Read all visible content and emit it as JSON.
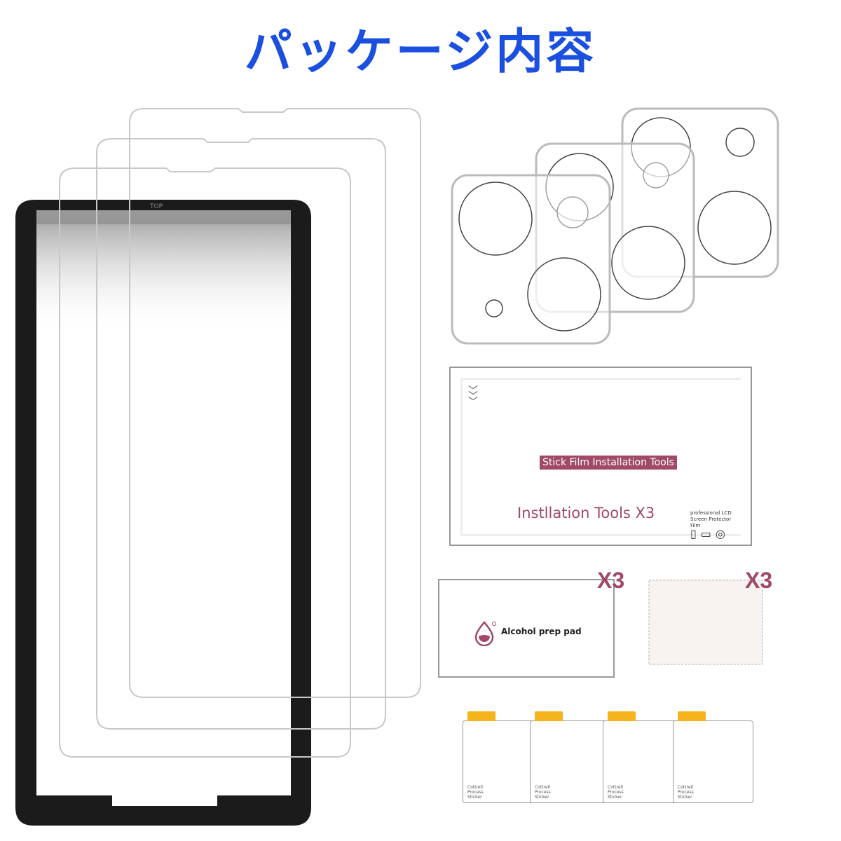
{
  "title": "パッケージ内容",
  "frame": {
    "label": "TOP"
  },
  "tools_card": {
    "banner": "Stick Film Installation Tools",
    "title": "Instllation Tools X3",
    "note_line1": "professional LCD",
    "note_line2": "Screen Protector Film"
  },
  "alcohol_pad": {
    "label": "Alcohol prep pad",
    "count": "X3"
  },
  "cloth": {
    "count": "X3"
  },
  "stickers": [
    {
      "text": [
        "Cottrell",
        "Process",
        "Sticker"
      ]
    },
    {
      "text": [
        "Cottrell",
        "Process",
        "Sticker"
      ]
    },
    {
      "text": [
        "Cottrell",
        "Process",
        "Sticker"
      ]
    },
    {
      "text": [
        "Cottrell",
        "Process",
        "Sticker"
      ]
    }
  ],
  "colors": {
    "title": "#1a4fe0",
    "accent": "#a04a68",
    "tab": "#f5b41c"
  }
}
